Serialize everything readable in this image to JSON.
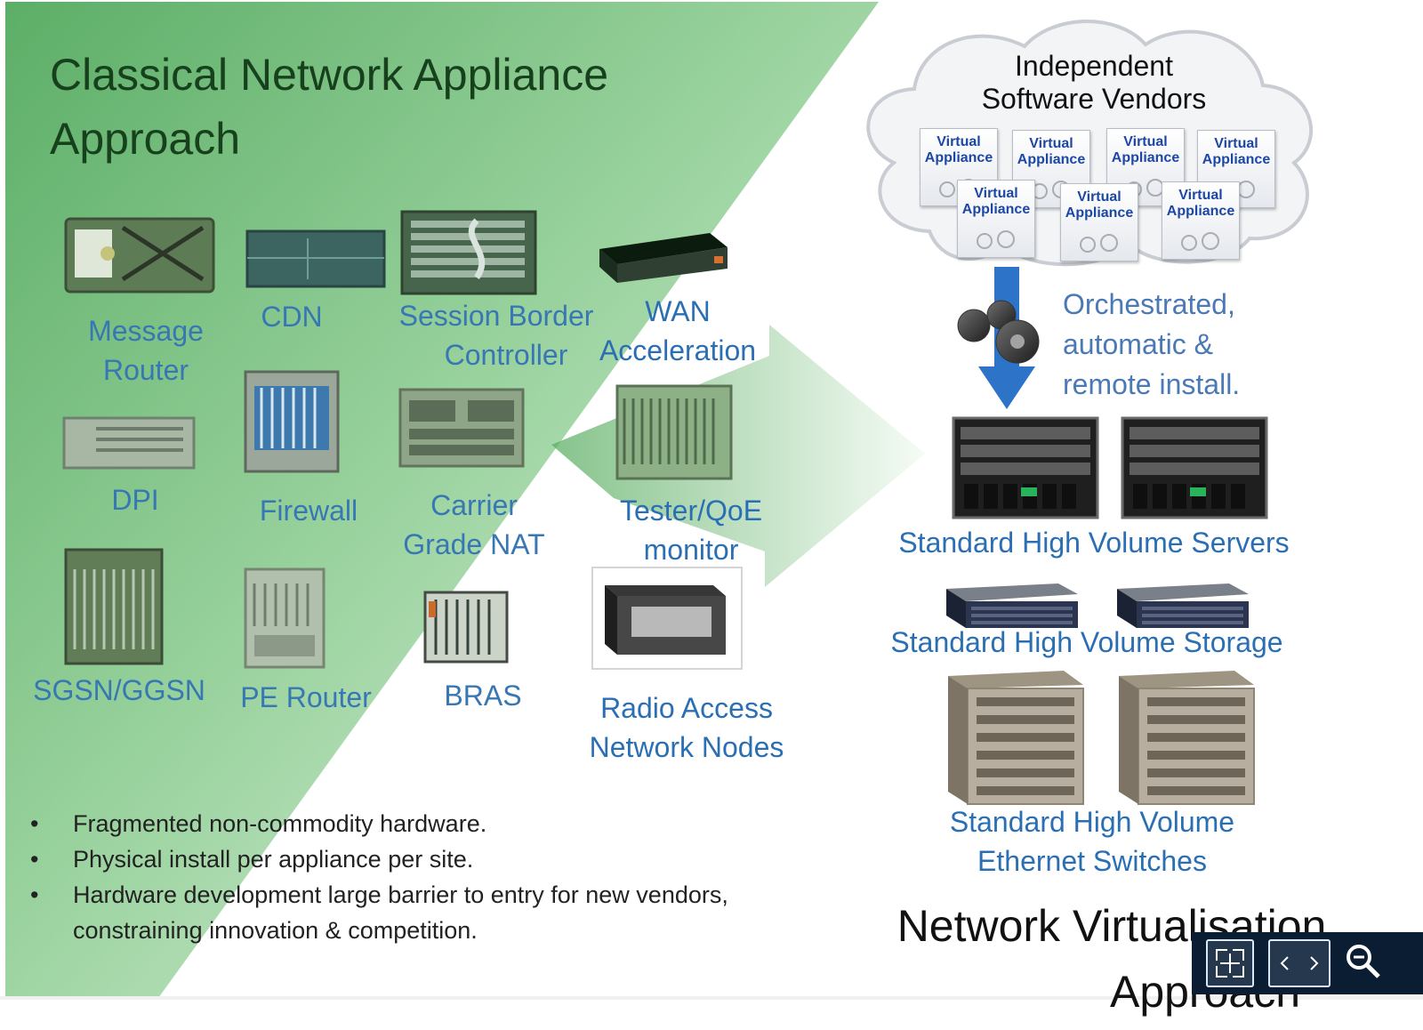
{
  "left_title": [
    "Classical Network Appliance",
    "Approach"
  ],
  "appliances": [
    {
      "id": "message-router",
      "label": [
        "Message",
        "Router"
      ]
    },
    {
      "id": "cdn",
      "label": [
        "CDN"
      ]
    },
    {
      "id": "session-border-controller",
      "label": [
        "Session Border",
        "Controller"
      ]
    },
    {
      "id": "wan-acceleration",
      "label": [
        "WAN",
        "Acceleration"
      ]
    },
    {
      "id": "dpi",
      "label": [
        "DPI"
      ]
    },
    {
      "id": "firewall",
      "label": [
        "Firewall"
      ]
    },
    {
      "id": "carrier-grade-nat",
      "label": [
        "Carrier",
        "Grade NAT"
      ]
    },
    {
      "id": "tester-qoe-monitor",
      "label": [
        "Tester/QoE",
        "monitor"
      ]
    },
    {
      "id": "sgsn-ggsn",
      "label": [
        "SGSN/GGSN"
      ]
    },
    {
      "id": "pe-router",
      "label": [
        "PE Router"
      ]
    },
    {
      "id": "bras",
      "label": [
        "BRAS"
      ]
    },
    {
      "id": "radio-access-network-nodes",
      "label": [
        "Radio Access",
        "Network Nodes"
      ]
    }
  ],
  "bullets": [
    "Fragmented non-commodity hardware.",
    "Physical install per appliance per site.",
    "Hardware development  large barrier to entry for new vendors, constraining innovation & competition."
  ],
  "cloud_title": [
    "Independent",
    "Software Vendors"
  ],
  "virtual_appliance_label": [
    "Virtual",
    "Appliance"
  ],
  "orchestration": [
    "Orchestrated,",
    "automatic &",
    "remote install."
  ],
  "servers_label": "Standard High Volume Servers",
  "storage_label": "Standard High Volume Storage",
  "switches_label": [
    "Standard High Volume",
    "Ethernet Switches"
  ],
  "right_title": [
    "Network Virtualisation",
    "Approach"
  ],
  "colors": {
    "green_dark": "#3f9a4a",
    "green_light": "#d8efd8",
    "label_blue": "#2a6fb3",
    "title_green": "#17401d",
    "arrow_blue": "#2d73c7"
  },
  "toolbar": {
    "fit_icon": "fit-to-screen-icon",
    "expand_icon": "expand-width-icon",
    "zoom_icon": "zoom-out-icon"
  }
}
